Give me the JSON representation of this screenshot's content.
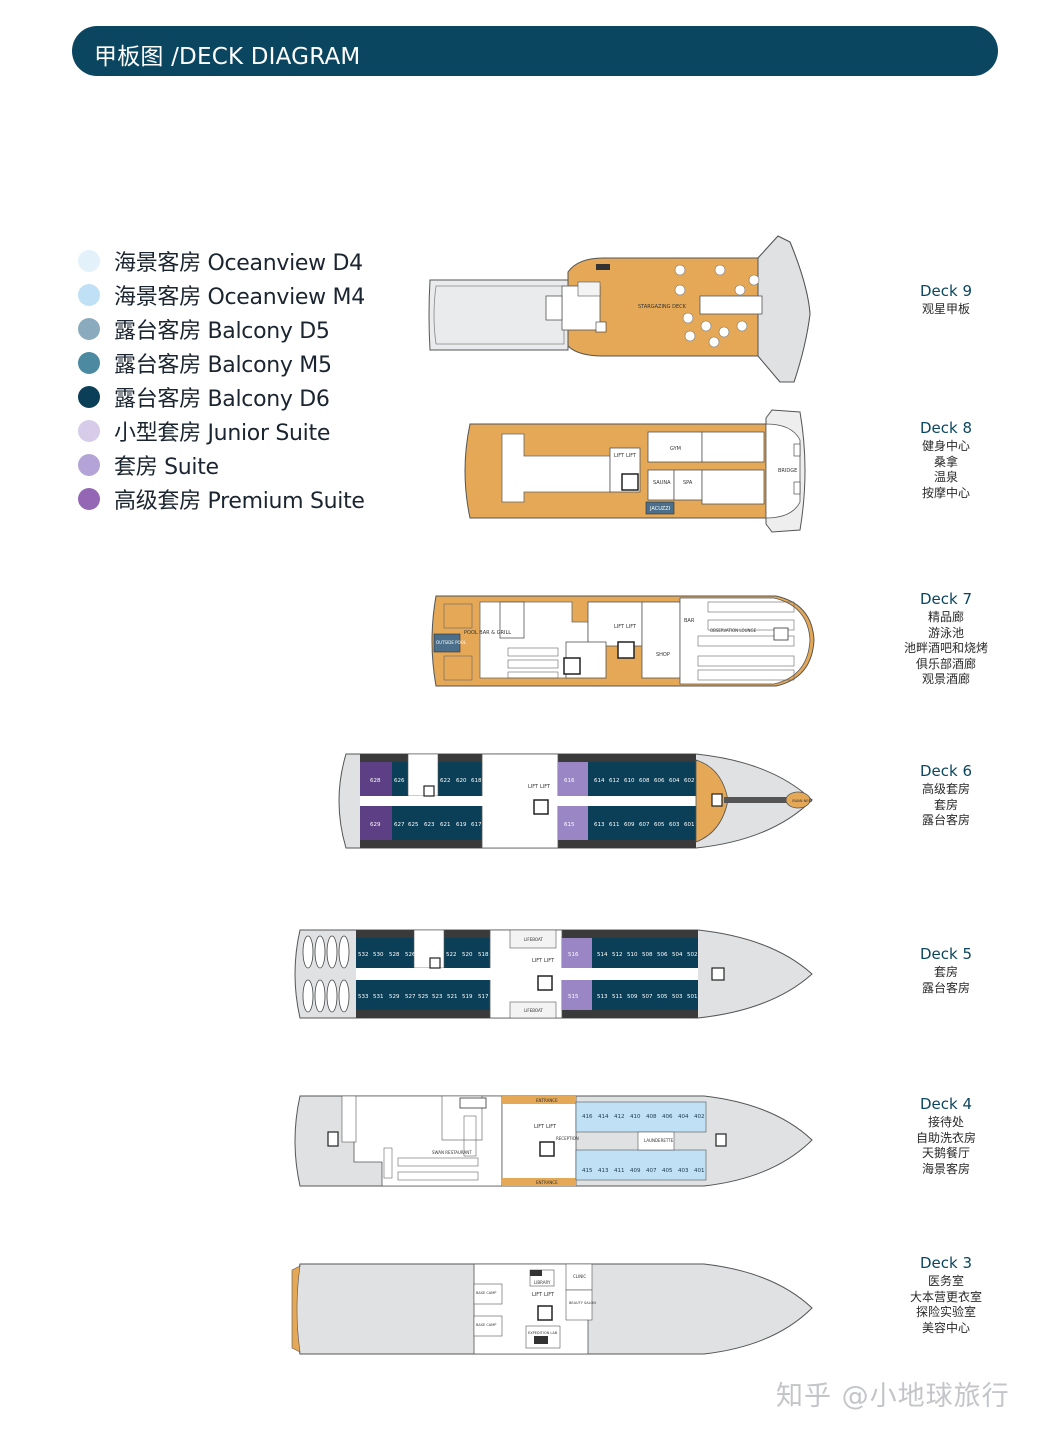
{
  "header": {
    "title": "甲板图 /DECK DIAGRAM"
  },
  "legend": [
    {
      "label": "海景客房 Oceanview D4",
      "color": "#e3f1fb"
    },
    {
      "label": "海景客房 Oceanview M4",
      "color": "#bfe0f5"
    },
    {
      "label": "露台客房 Balcony D5",
      "color": "#8aaabd"
    },
    {
      "label": "露台客房 Balcony M5",
      "color": "#4b8aa0"
    },
    {
      "label": "露台客房 Balcony D6",
      "color": "#0b3f57"
    },
    {
      "label": "小型套房 Junior Suite",
      "color": "#d6cbe9"
    },
    {
      "label": "套房 Suite",
      "color": "#b4a3d6"
    },
    {
      "label": "高级套房 Premium Suite",
      "color": "#9467b4"
    }
  ],
  "colors": {
    "deck_orange": "#e4a857",
    "hull_grey": "#dfe1e3",
    "balcony_navy": "#0b3f57",
    "header": "#0b4660"
  },
  "decks": [
    {
      "name": "Deck 9",
      "lines": [
        "观星甲板"
      ],
      "labels": [
        "STARGAZING DECK"
      ]
    },
    {
      "name": "Deck 8",
      "lines": [
        "健身中心",
        "桑拿",
        "温泉",
        "按摩中心"
      ],
      "labels": [
        "GYM",
        "SAUNA",
        "SPA",
        "JACUZZI",
        "LIFT",
        "LIFT",
        "BRIDGE"
      ]
    },
    {
      "name": "Deck 7",
      "lines": [
        "精品廊",
        "游泳池",
        "池畔酒吧和烧烤",
        "俱乐部酒廊",
        "观景酒廊"
      ],
      "labels": [
        "POOL BAR & GRILL",
        "OUTSIDE POOL",
        "SHOP",
        "OBSERVATION LOUNGE",
        "BAR",
        "LIFT",
        "LIFT"
      ]
    },
    {
      "name": "Deck 6",
      "lines": [
        "高级套房",
        "套房",
        "露台客房"
      ],
      "labels": [
        "SWAN NEST",
        "LIFT",
        "LIFT"
      ],
      "cabins_top_aft": [
        "628",
        "626",
        "622",
        "620",
        "618"
      ],
      "cabins_bot_aft": [
        "629",
        "627",
        "625",
        "623",
        "621",
        "619",
        "617"
      ],
      "cabins_top_fwd": [
        "616",
        "614",
        "612",
        "610",
        "608",
        "606",
        "604",
        "602"
      ],
      "cabins_bot_fwd": [
        "615",
        "613",
        "611",
        "609",
        "607",
        "605",
        "603",
        "601"
      ]
    },
    {
      "name": "Deck 5",
      "lines": [
        "套房",
        "露台客房"
      ],
      "labels": [
        "LIFEBOAT",
        "LIFEBOAT",
        "LIFT",
        "LIFT"
      ],
      "cabins_top_aft": [
        "532",
        "530",
        "528",
        "526",
        "522",
        "520",
        "518"
      ],
      "cabins_bot_aft": [
        "533",
        "531",
        "529",
        "527",
        "525",
        "523",
        "521",
        "519",
        "517"
      ],
      "cabins_top_fwd": [
        "516",
        "514",
        "512",
        "510",
        "508",
        "506",
        "504",
        "502"
      ],
      "cabins_bot_fwd": [
        "515",
        "513",
        "511",
        "509",
        "507",
        "505",
        "503",
        "501"
      ]
    },
    {
      "name": "Deck 4",
      "lines": [
        "接待处",
        "自助洗衣房",
        "天鹅餐厅",
        "海景客房"
      ],
      "labels": [
        "ENTRANCE",
        "ENTRANCE",
        "RECEPTION",
        "SWAN RESTAURANT",
        "LAUNDERETTE",
        "LIFT",
        "LIFT"
      ],
      "cabins_top": [
        "416",
        "414",
        "412",
        "410",
        "408",
        "406",
        "404",
        "402"
      ],
      "cabins_bot": [
        "415",
        "413",
        "411",
        "409",
        "407",
        "405",
        "403",
        "401"
      ]
    },
    {
      "name": "Deck 3",
      "lines": [
        "医务室",
        "大本营更衣室",
        "探险实验室",
        "美容中心"
      ],
      "labels": [
        "CLINIC",
        "LIBRARY",
        "BEAUTY SALON",
        "BASE CAMP",
        "BASE CAMP",
        "EXPEDITION LAB",
        "LIFT",
        "LIFT"
      ]
    }
  ],
  "watermark": "知乎 @小地球旅行"
}
